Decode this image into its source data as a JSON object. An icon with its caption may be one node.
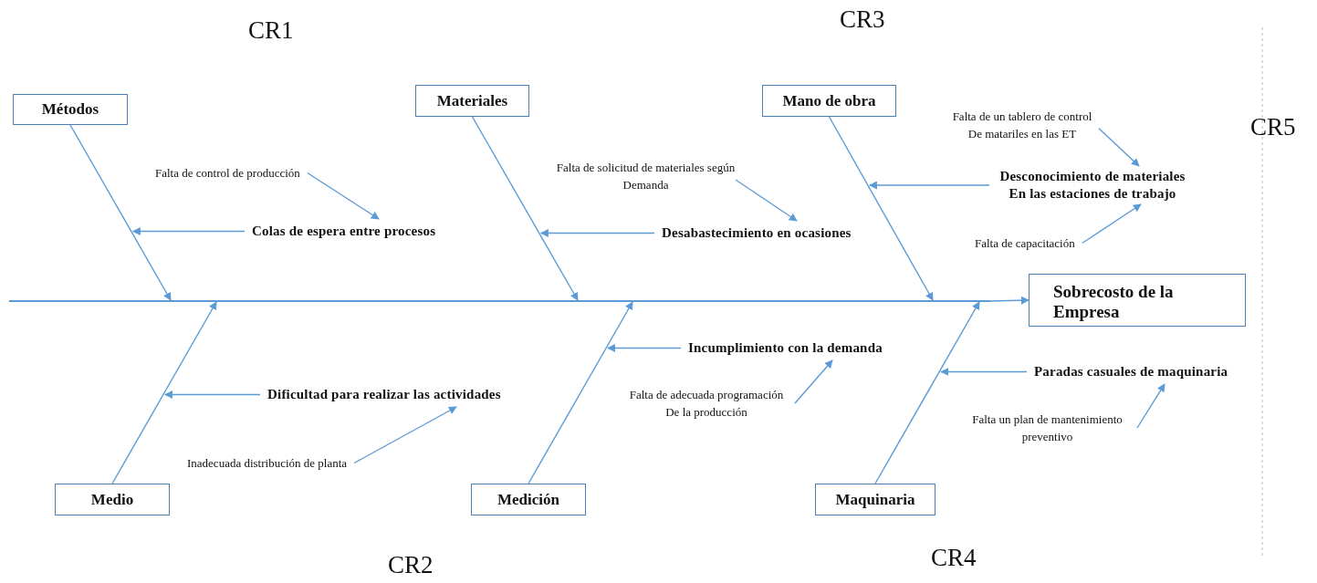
{
  "diagram": {
    "nodes": [
      {
        "text": [
          "Métodos"
        ]
      },
      {
        "text": [
          "Materiales"
        ]
      },
      {
        "text": [
          "Mano de obra"
        ]
      },
      {
        "text": [
          "Falta de control de producción"
        ]
      },
      {
        "text": [
          "Colas de espera entre procesos"
        ]
      },
      {
        "text": [
          "Falta de solicitud de materiales según Demanda"
        ]
      },
      {
        "text": [
          "Desabastecimiento en ocasiones"
        ]
      },
      {
        "text": [
          "Falta de un tablero de control De matariles en las ET"
        ]
      },
      {
        "text": [
          "Desconocimiento de materiales En las estaciones de trabajo"
        ]
      },
      {
        "text": [
          "Falta de capacitación"
        ]
      },
      {
        "text": [],
        "shape": "bar"
      },
      {
        "text": [
          "Sobrecosto de la Empresa"
        ]
      },
      {
        "text": [
          "Incumplimiento con la demanda"
        ]
      },
      {
        "text": [
          "Dificultad para realizar las actividades"
        ]
      },
      {
        "text": [
          "Falta de adecuada programación De la producción"
        ]
      },
      {
        "text": [
          "Paradas casuales de maquinaria"
        ]
      },
      {
        "text": [
          "Falta un plan de mantenimiento preventivo"
        ]
      },
      {
        "text": [
          "Inadecuada distribución de planta"
        ]
      },
      {
        "text": [
          "Medio"
        ]
      },
      {
        "text": [
          "Medición"
        ]
      },
      {
        "text": [
          "Maquinaria"
        ]
      }
    ],
    "edges": [
      {
        "from": 0,
        "to": 10,
        "arrow": "to"
      },
      {
        "from": 3,
        "to": 4,
        "arrow": "to"
      },
      {
        "from": 4,
        "to": null,
        "arrow": "to"
      },
      {
        "from": 1,
        "to": 10,
        "arrow": "to"
      },
      {
        "from": 5,
        "to": 6,
        "arrow": "to"
      },
      {
        "from": 6,
        "to": null,
        "arrow": "to"
      },
      {
        "from": 2,
        "to": 10,
        "arrow": "to"
      },
      {
        "from": 7,
        "to": 8,
        "arrow": "to"
      },
      {
        "from": 9,
        "to": 8,
        "arrow": "to"
      },
      {
        "from": 8,
        "to": null,
        "arrow": "to"
      },
      {
        "from": 10,
        "to": 11,
        "arrow": "to"
      },
      {
        "from": 18,
        "to": 10,
        "arrow": "to"
      },
      {
        "from": 13,
        "to": null,
        "arrow": "to"
      },
      {
        "from": 17,
        "to": 13,
        "arrow": "to"
      },
      {
        "from": 19,
        "to": 10,
        "arrow": "to"
      },
      {
        "from": 12,
        "to": null,
        "arrow": "to"
      },
      {
        "from": 14,
        "to": 12,
        "arrow": "to"
      },
      {
        "from": 20,
        "to": 10,
        "arrow": "to"
      },
      {
        "from": 15,
        "to": null,
        "arrow": "to"
      },
      {
        "from": 16,
        "to": 15,
        "arrow": "to"
      }
    ],
    "labels": [
      "CR1",
      "CR3",
      "CR5",
      "CR2",
      "CR4"
    ]
  }
}
